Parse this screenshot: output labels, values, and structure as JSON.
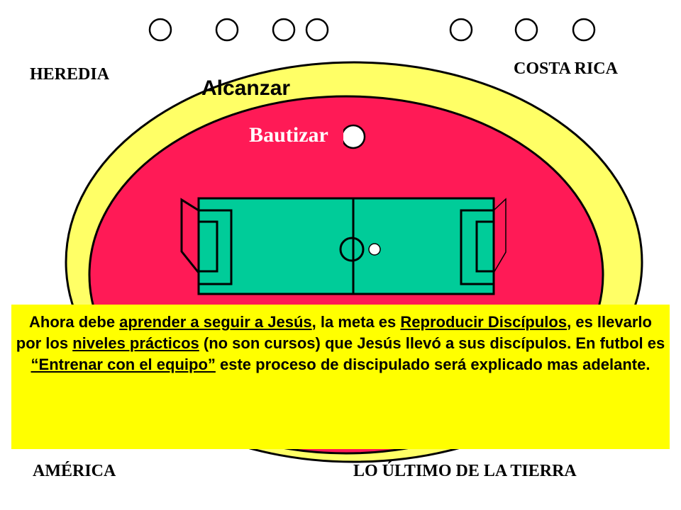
{
  "labels": {
    "heredia": "HEREDIA",
    "costa_rica": "COSTA RICA",
    "america": "AMÉRICA",
    "ultimo": "LO ÚLTIMO DE LA TIERRA",
    "alcanzar": "Alcanzar",
    "bautizar": "Bautizar"
  },
  "text_box": {
    "p1": "Ahora  debe ",
    "u1": "aprender a seguir a Jesús",
    "p2": ", la meta  es ",
    "u2": "Reproducir Discípulos",
    "p3": ", es llevarlo por los ",
    "u3": "niveles prácticos",
    "p4": " (no son cursos) que Jesús llevó a sus discípulos. En futbol es ",
    "u4": "“Entrenar con el equipo”",
    "p5": " este proceso de discipulado será explicado mas adelante."
  },
  "colors": {
    "outer_ring": "#ffff66",
    "inner_field": "#ff1a56",
    "pitch": "#00cc99",
    "text_box": "#ffff00"
  }
}
